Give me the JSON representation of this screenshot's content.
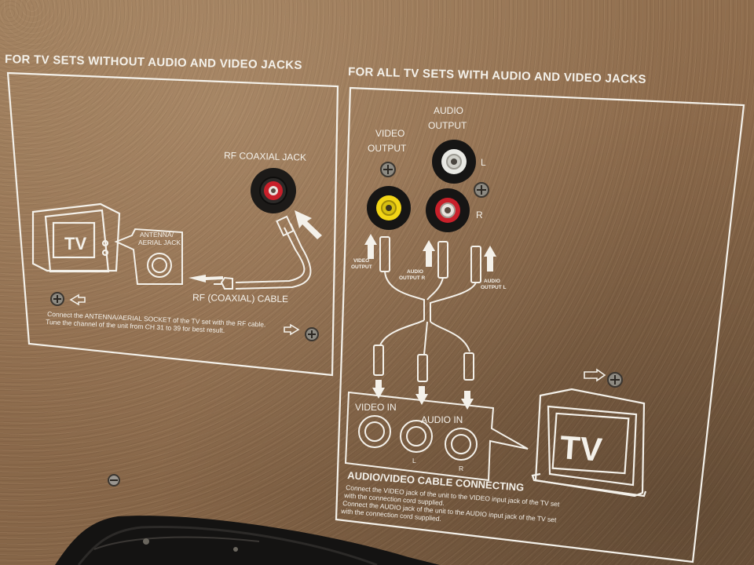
{
  "left_panel": {
    "heading": "FOR TV SETS WITHOUT AUDIO AND VIDEO JACKS",
    "rf_jack_label": "RF COAXIAL JACK",
    "tv_label": "TV",
    "antenna_label_1": "ANTENNA/",
    "antenna_label_2": "AERIAL JACK",
    "cable_label": "RF (COAXIAL) CABLE",
    "instruction_1": "Connect the ANTENNA/AERIAL SOCKET of the TV set with the RF cable.",
    "instruction_2": "Tune the channel of the unit from CH 31 to 39 for best result."
  },
  "right_panel": {
    "heading": "FOR ALL TV SETS WITH AUDIO AND VIDEO JACKS",
    "video_output_1": "VIDEO",
    "video_output_2": "OUTPUT",
    "audio_output_1": "AUDIO",
    "audio_output_2": "OUTPUT",
    "left_marker": "L",
    "right_marker": "R",
    "plug_video_1": "VIDEO",
    "plug_video_2": "OUTPUT",
    "plug_audio_r_1": "AUDIO",
    "plug_audio_r_2": "OUTPUT R",
    "plug_audio_l_1": "AUDIO",
    "plug_audio_l_2": "OUTPUT L",
    "video_in": "VIDEO IN",
    "audio_in": "AUDIO IN",
    "in_l": "L",
    "in_r": "R",
    "tv_label": "TV",
    "section_title": "AUDIO/VIDEO CABLE CONNECTING",
    "instruction_1": "Connect the VIDEO jack of the unit to the VIDEO input jack of the TV set",
    "instruction_2": "with the connection cord supplied.",
    "instruction_3": "Connect the AUDIO jack of the unit to the AUDIO input jack of the TV set",
    "instruction_4": "with the connection cord supplied."
  },
  "colors": {
    "panel_background": "#8c6a4b",
    "print_white": "#f4f1ea",
    "jack_red": "#c8202a",
    "jack_yellow": "#f2d516",
    "jack_white": "#e9e9e4",
    "jack_black": "#161514"
  }
}
